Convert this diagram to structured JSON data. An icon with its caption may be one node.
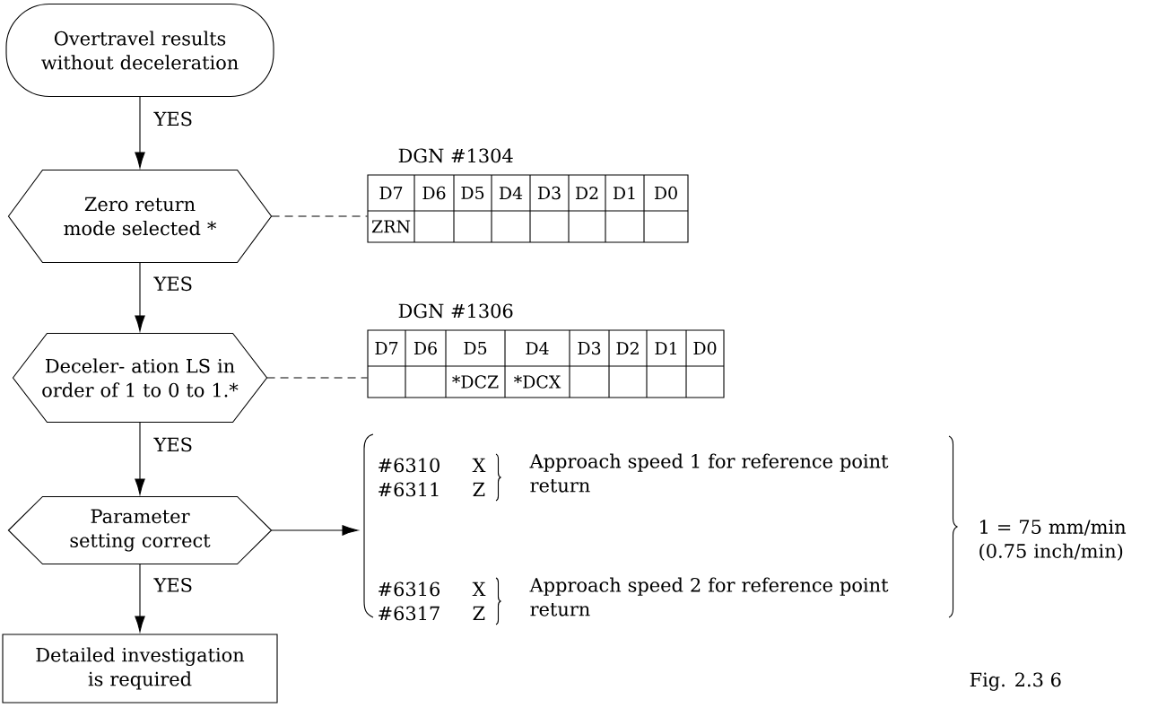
{
  "diagram": {
    "caption": "Fig. 2.3 6",
    "nodes": [
      {
        "text": [
          "Overtravel results without deceleration"
        ]
      },
      {
        "text": [
          "Zero return mode selected *"
        ]
      },
      {
        "text": [
          "Deceler- ation LS in order of 1 to 0 to 1.*"
        ]
      },
      {
        "text": [
          "Parameter setting correct"
        ]
      },
      {
        "text": [
          "Detailed investigation is required"
        ]
      },
      {
        "text": [
          "DGN #1304",
          "D7",
          "D6",
          "D5",
          "D4",
          "D3",
          "D2",
          "D1",
          "D0",
          "ZRN"
        ]
      },
      {
        "text": [
          "DGN #1306",
          "D7",
          "D6",
          "D5",
          "D4",
          "D3",
          "D2",
          "D1",
          "D0",
          "*DCZ",
          "*DCX"
        ]
      },
      {
        "text": [
          "#6310",
          "X",
          "#6311",
          "Z",
          "Approach speed 1 for reference point return",
          "#6316",
          "X",
          "#6317",
          "Z",
          "Approach speed 2 for reference point return"
        ],
        "beside": [
          "1 = 75 mm/min (0.75 inch/min)"
        ]
      }
    ],
    "edges": [
      {
        "from": 0,
        "to": 1,
        "arrow": "to",
        "label": "YES"
      },
      {
        "from": 1,
        "to": 2,
        "arrow": "to",
        "label": "YES"
      },
      {
        "from": 2,
        "to": 3,
        "arrow": "to",
        "label": "YES"
      },
      {
        "from": 3,
        "to": 4,
        "arrow": "to",
        "label": "YES"
      },
      {
        "from": 1,
        "to": 5,
        "arrow": "none",
        "style": "dashed"
      },
      {
        "from": 2,
        "to": 6,
        "arrow": "none",
        "style": "dashed"
      },
      {
        "from": 3,
        "to": 7,
        "arrow": "to"
      }
    ]
  }
}
